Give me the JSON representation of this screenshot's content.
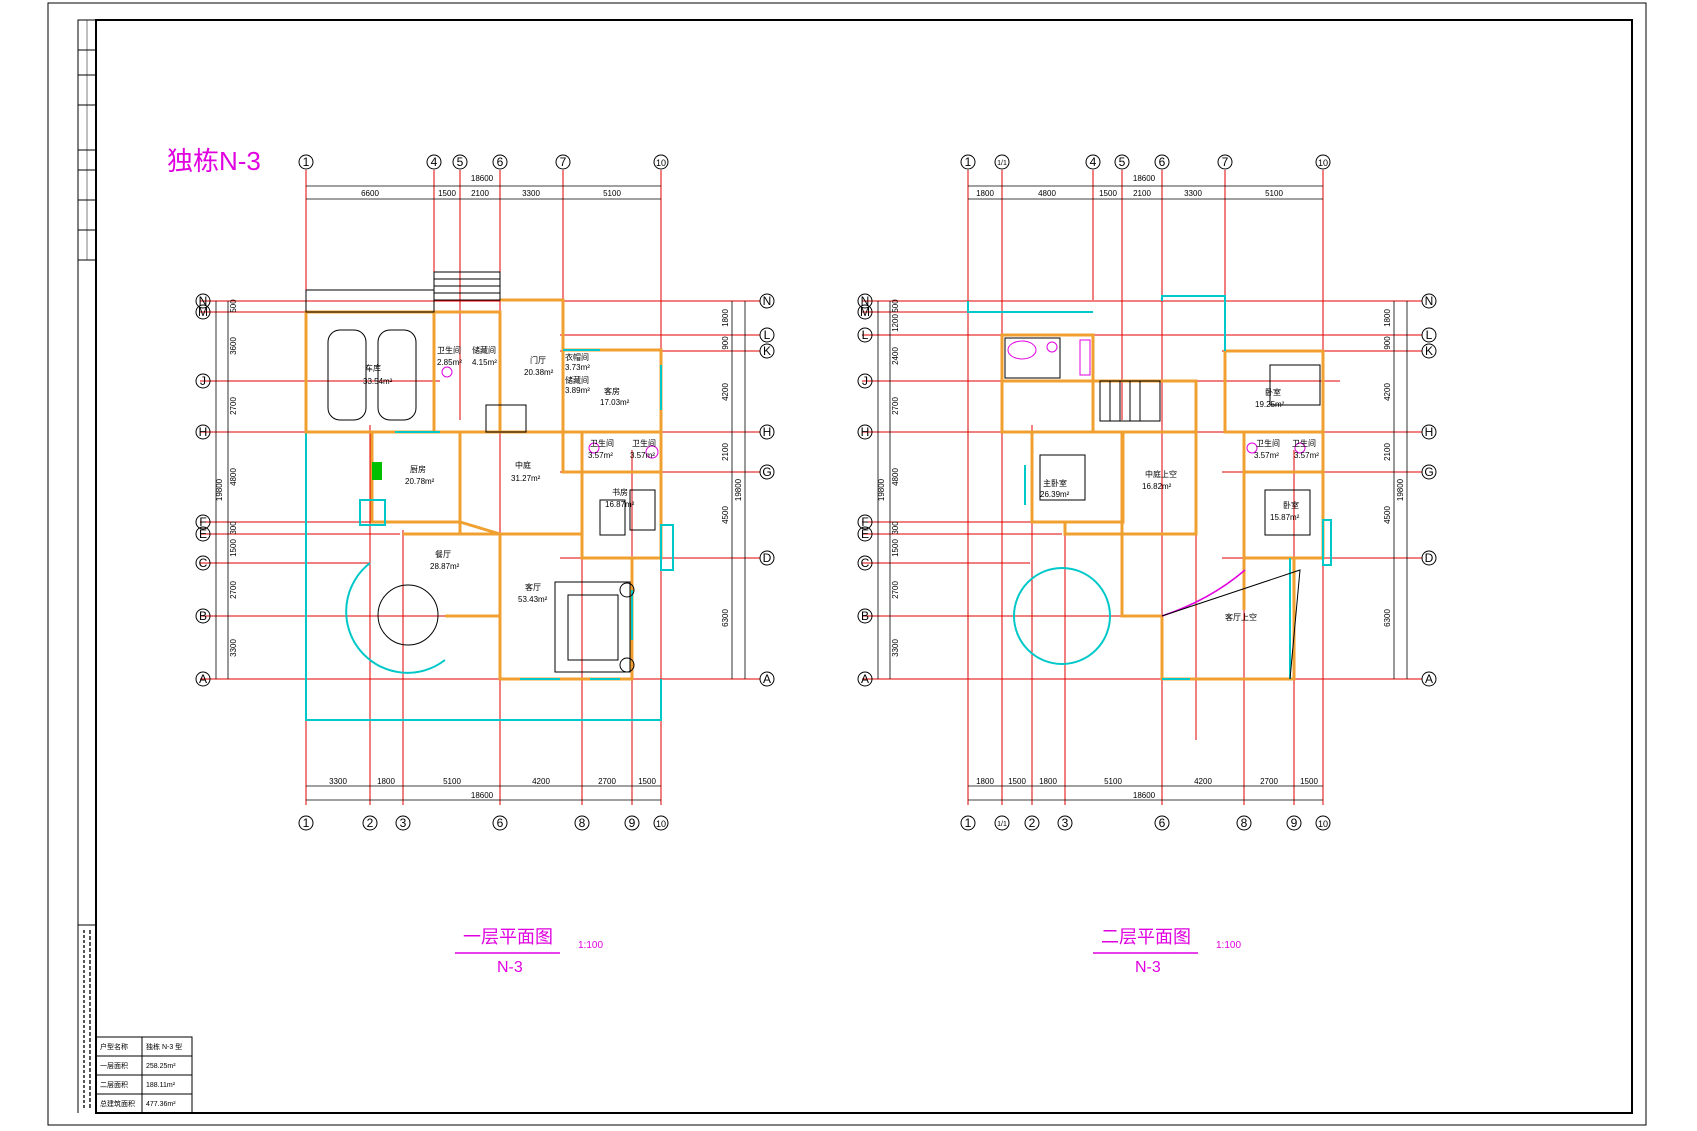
{
  "sheet": {
    "main_title": "独栋N-3",
    "colors": {
      "wall": "#f0a030",
      "axis": "#e00000",
      "window": "#00c8c8",
      "fixture": "#e000e0",
      "line": "#000000"
    }
  },
  "plans": [
    {
      "id": "floor1",
      "title": "一层平面图",
      "subtitle": "N-3",
      "scale": "1:100",
      "top_total": "18600",
      "bottom_total": "18600",
      "left_total": "19800",
      "right_total": "19800",
      "top_segments": [
        "6600",
        "1500",
        "2100",
        "3300",
        "5100"
      ],
      "bottom_segments": [
        "3300",
        "1800",
        "5100",
        "4200",
        "2700",
        "1500"
      ],
      "left_segments": [
        "500",
        "3600",
        "2700",
        "4800",
        "300",
        "1500",
        "2700",
        "3300"
      ],
      "right_segments": [
        "1800",
        "900",
        "4200",
        "2100",
        "4500",
        "6300"
      ],
      "top_axes": [
        "1",
        "4",
        "5",
        "6",
        "7",
        "10"
      ],
      "bottom_axes": [
        "1",
        "2",
        "3",
        "6",
        "8",
        "9",
        "10"
      ],
      "left_axes": [
        "N",
        "M",
        "J",
        "H",
        "F",
        "E",
        "C",
        "B",
        "A"
      ],
      "right_axes": [
        "N",
        "L",
        "K",
        "H",
        "G",
        "D",
        "A"
      ],
      "rooms": [
        {
          "name": "车库",
          "area": "33.54m²"
        },
        {
          "name": "卫生间",
          "area": "2.85m²"
        },
        {
          "name": "储藏间",
          "area": "4.15m²"
        },
        {
          "name": "门厅",
          "area": "20.38m²"
        },
        {
          "name": "衣帽间",
          "area": "3.73m²"
        },
        {
          "name": "储藏间",
          "area": "3.89m²"
        },
        {
          "name": "客房",
          "area": "17.03m²"
        },
        {
          "name": "厨房",
          "area": "20.78m²"
        },
        {
          "name": "中庭",
          "area": "31.27m²"
        },
        {
          "name": "卫生间",
          "area": "3.57m²"
        },
        {
          "name": "卫生间",
          "area": "3.57m²"
        },
        {
          "name": "书房",
          "area": "16.87m²"
        },
        {
          "name": "餐厅",
          "area": "28.87m²"
        },
        {
          "name": "客厅",
          "area": "53.43m²"
        }
      ]
    },
    {
      "id": "floor2",
      "title": "二层平面图",
      "subtitle": "N-3",
      "scale": "1:100",
      "top_total": "18600",
      "bottom_total": "18600",
      "left_total": "19800",
      "right_total": "19800",
      "top_segments": [
        "1800",
        "4800",
        "1500",
        "2100",
        "3300",
        "5100"
      ],
      "bottom_segments": [
        "1800",
        "1500",
        "1800",
        "5100",
        "4200",
        "2700",
        "1500"
      ],
      "left_segments": [
        "500",
        "1200",
        "2400",
        "2700",
        "4800",
        "300",
        "1500",
        "2700",
        "3300"
      ],
      "right_segments": [
        "1800",
        "900",
        "4200",
        "2100",
        "4500",
        "6300"
      ],
      "top_axes": [
        "1",
        "1/1",
        "4",
        "5",
        "6",
        "7",
        "10"
      ],
      "bottom_axes": [
        "1",
        "1/1",
        "2",
        "3",
        "6",
        "8",
        "9",
        "10"
      ],
      "left_axes": [
        "N",
        "M",
        "L",
        "J",
        "H",
        "F",
        "E",
        "C",
        "B",
        "A"
      ],
      "right_axes": [
        "N",
        "L",
        "K",
        "H",
        "G",
        "D",
        "A"
      ],
      "rooms": [
        {
          "name": "卧室",
          "area": "19.25m²"
        },
        {
          "name": "卫生间",
          "area": "3.57m²"
        },
        {
          "name": "卫生间",
          "area": "3.57m²"
        },
        {
          "name": "主卧室",
          "area": "26.39m²"
        },
        {
          "name": "中庭上空",
          "area": "16.82m²"
        },
        {
          "name": "卧室",
          "area": "15.87m²"
        },
        {
          "name": "客厅上空",
          "area": ""
        }
      ]
    }
  ],
  "area_table": {
    "rows": [
      {
        "label": "户型名称",
        "value": "独栋 N-3 型"
      },
      {
        "label": "一层面积",
        "value": "258.25m²"
      },
      {
        "label": "二层面积",
        "value": "188.11m²"
      },
      {
        "label": "总建筑面积",
        "value": "477.36m²"
      }
    ]
  },
  "title_strip": {
    "cells": [
      "",
      "",
      "",
      "",
      "",
      "",
      "",
      ""
    ]
  }
}
